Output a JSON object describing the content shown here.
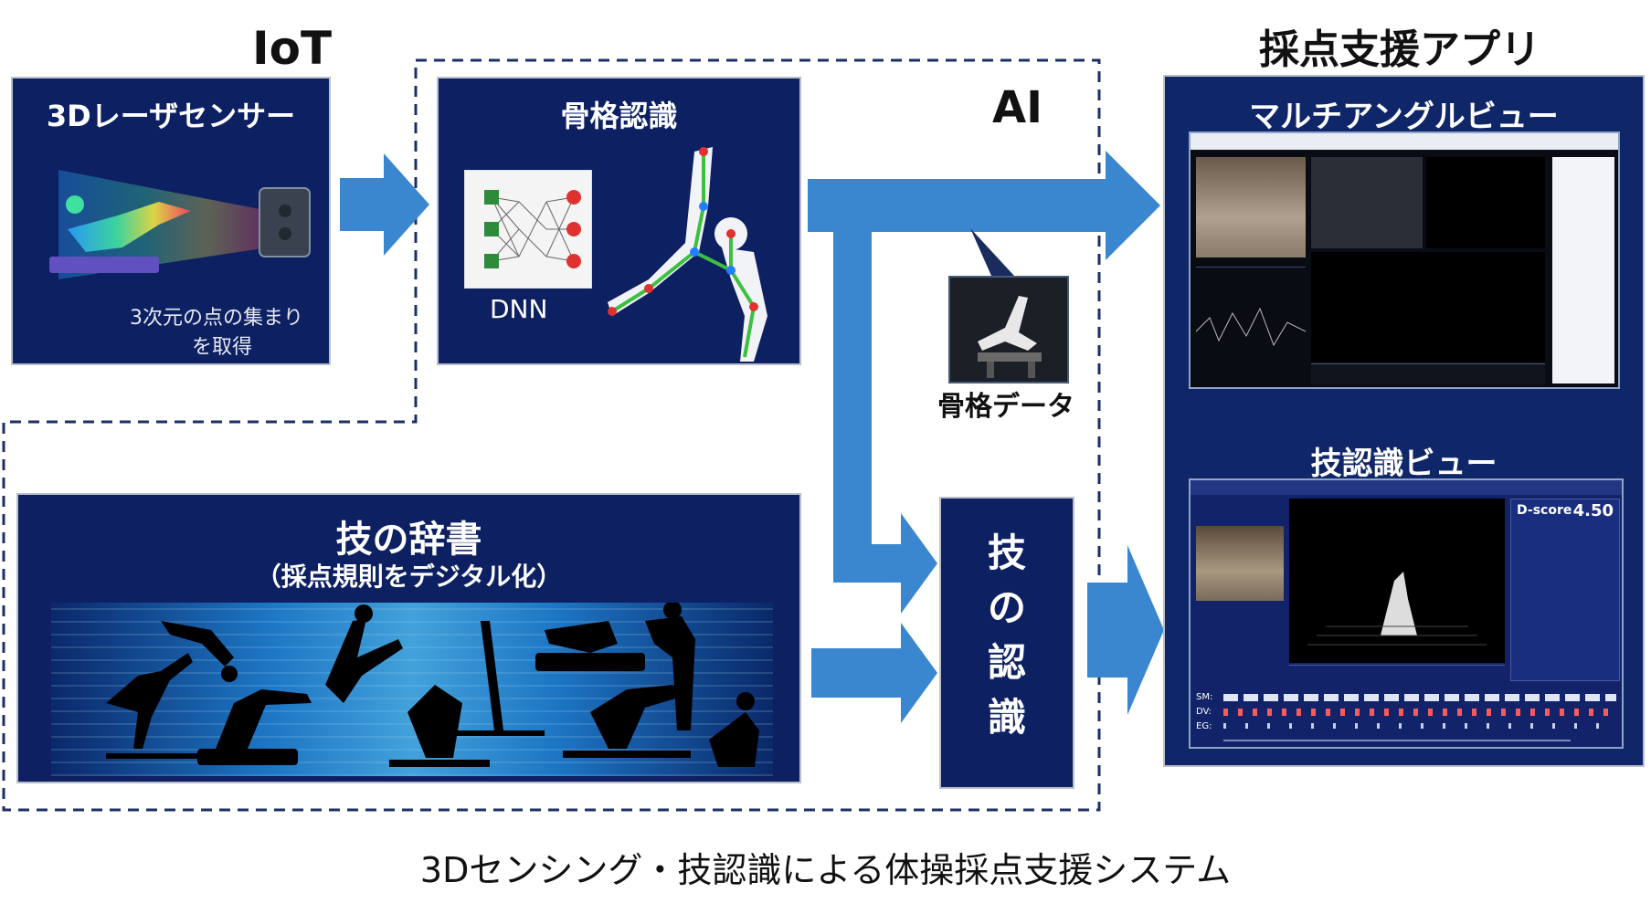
{
  "labels": {
    "iot": "IoT",
    "ai": "AI",
    "app_title": "採点支援アプリ",
    "sensor_title": "3Dレーザセンサー",
    "sensor_caption_1": "3次元の点の集まり",
    "sensor_caption_2": "を取得",
    "skeleton_title": "骨格認識",
    "dnn_label": "DNN",
    "skeleton_data": "骨格データ",
    "dictionary_title": "技の辞書",
    "dictionary_subtitle": "（採点規則をデジタル化）",
    "recognition_title": "技の認識",
    "multiangle_title": "マルチアングルビュー",
    "skill_view_title": "技認識ビュー",
    "caption": "3Dセンシング・技認識による体操採点支援システム"
  },
  "skill_view": {
    "dscore_label": "D-score",
    "dscore_value": "4.50",
    "row_labels": [
      "SM:",
      "DV:",
      "EG:"
    ]
  },
  "colors": {
    "panel_bg": "#0d2062",
    "arrow": "#3a87cf",
    "dashed_border": "#1c2f66"
  }
}
